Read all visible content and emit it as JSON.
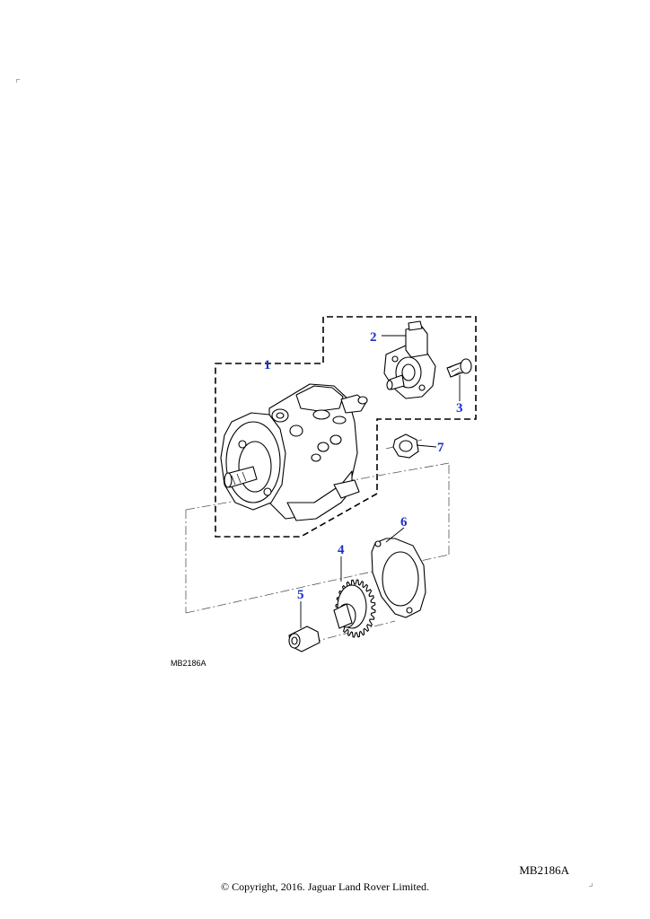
{
  "diagram": {
    "callouts": [
      "1",
      "2",
      "3",
      "4",
      "5",
      "6",
      "7"
    ],
    "drawing_code": "MB2186A"
  },
  "footer": {
    "reference_code": "MB2186A",
    "copyright": "© Copyright, 2016. Jaguar Land Rover Limited."
  }
}
